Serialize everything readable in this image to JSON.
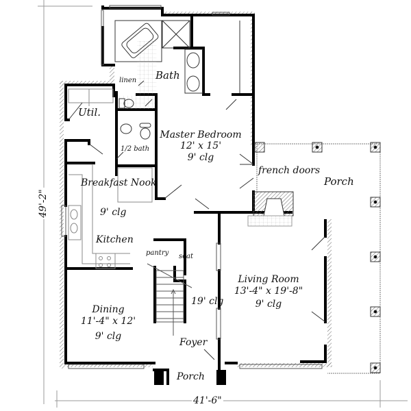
{
  "plan": {
    "overall_width": "41'-6\"",
    "overall_depth": "49'-2\""
  },
  "rooms": {
    "bath": {
      "name": "Bath"
    },
    "linen": {
      "name": "linen"
    },
    "util": {
      "name": "Util."
    },
    "half_bath": {
      "name": "1/2 bath"
    },
    "master_bedroom": {
      "name": "Master Bedroom",
      "size": "12' x 15'",
      "ceiling": "9' clg"
    },
    "breakfast_nook": {
      "name": "Breakfast Nook",
      "ceiling": "9' clg"
    },
    "kitchen": {
      "name": "Kitchen"
    },
    "pantry": {
      "name": "pantry"
    },
    "seat": {
      "name": "seat"
    },
    "living_room": {
      "name": "Living Room",
      "size": "13'-4\" x 19'-8\"",
      "ceiling": "9' clg"
    },
    "stair": {
      "ceiling": "19' clg"
    },
    "dining": {
      "name": "Dining",
      "size": "11'-4\" x 12'",
      "ceiling": "9' clg"
    },
    "foyer": {
      "name": "Foyer"
    },
    "front_porch": {
      "name": "Porch"
    },
    "side_porch": {
      "name": "Porch"
    },
    "french_doors": {
      "name": "french doors"
    }
  }
}
